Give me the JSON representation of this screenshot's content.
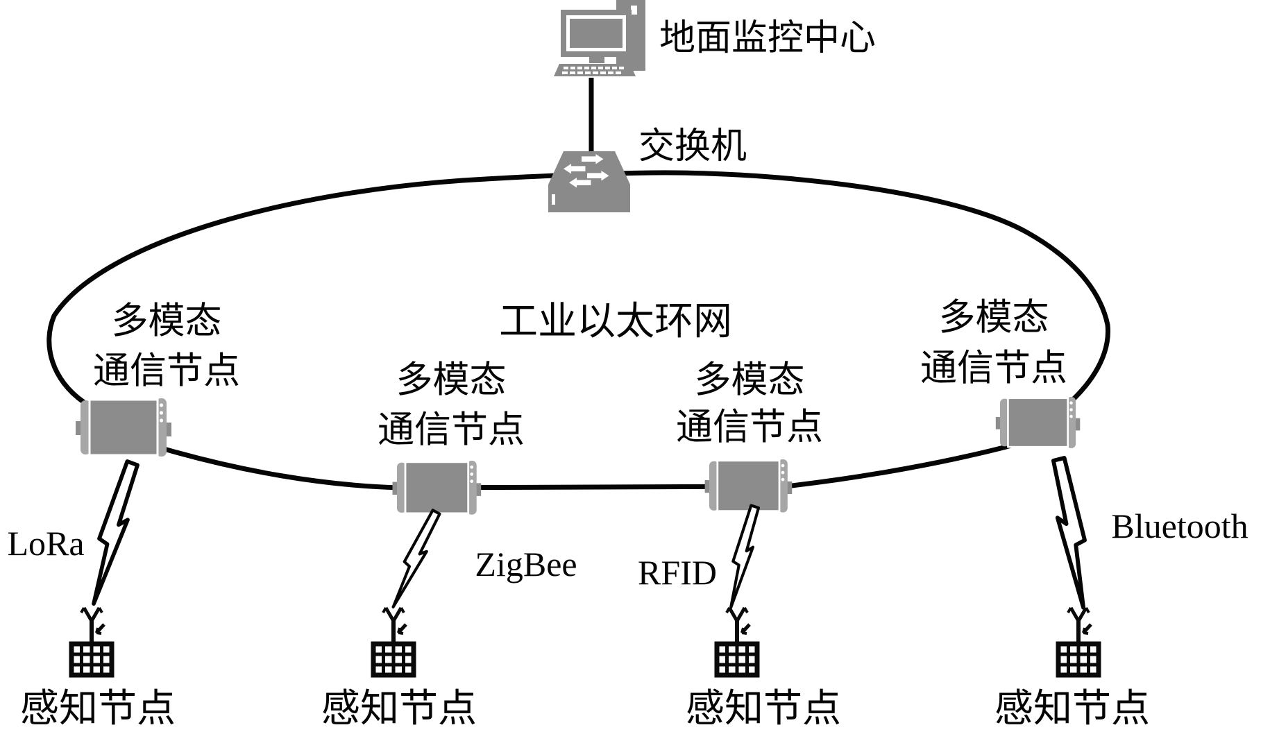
{
  "diagram": {
    "monitoring_center_label": "地面监控中心",
    "switch_label": "交换机",
    "ring_label": "工业以太环网",
    "comm_node_line1": "多模态",
    "comm_node_line2": "通信节点",
    "sensing_node_label": "感知节点",
    "protocols": [
      "LoRa",
      "ZigBee",
      "RFID",
      "Bluetooth"
    ],
    "colors": {
      "device_gray": "#8c8c8c",
      "cap_gray": "#a6a6a6",
      "line_black": "#000000"
    }
  }
}
